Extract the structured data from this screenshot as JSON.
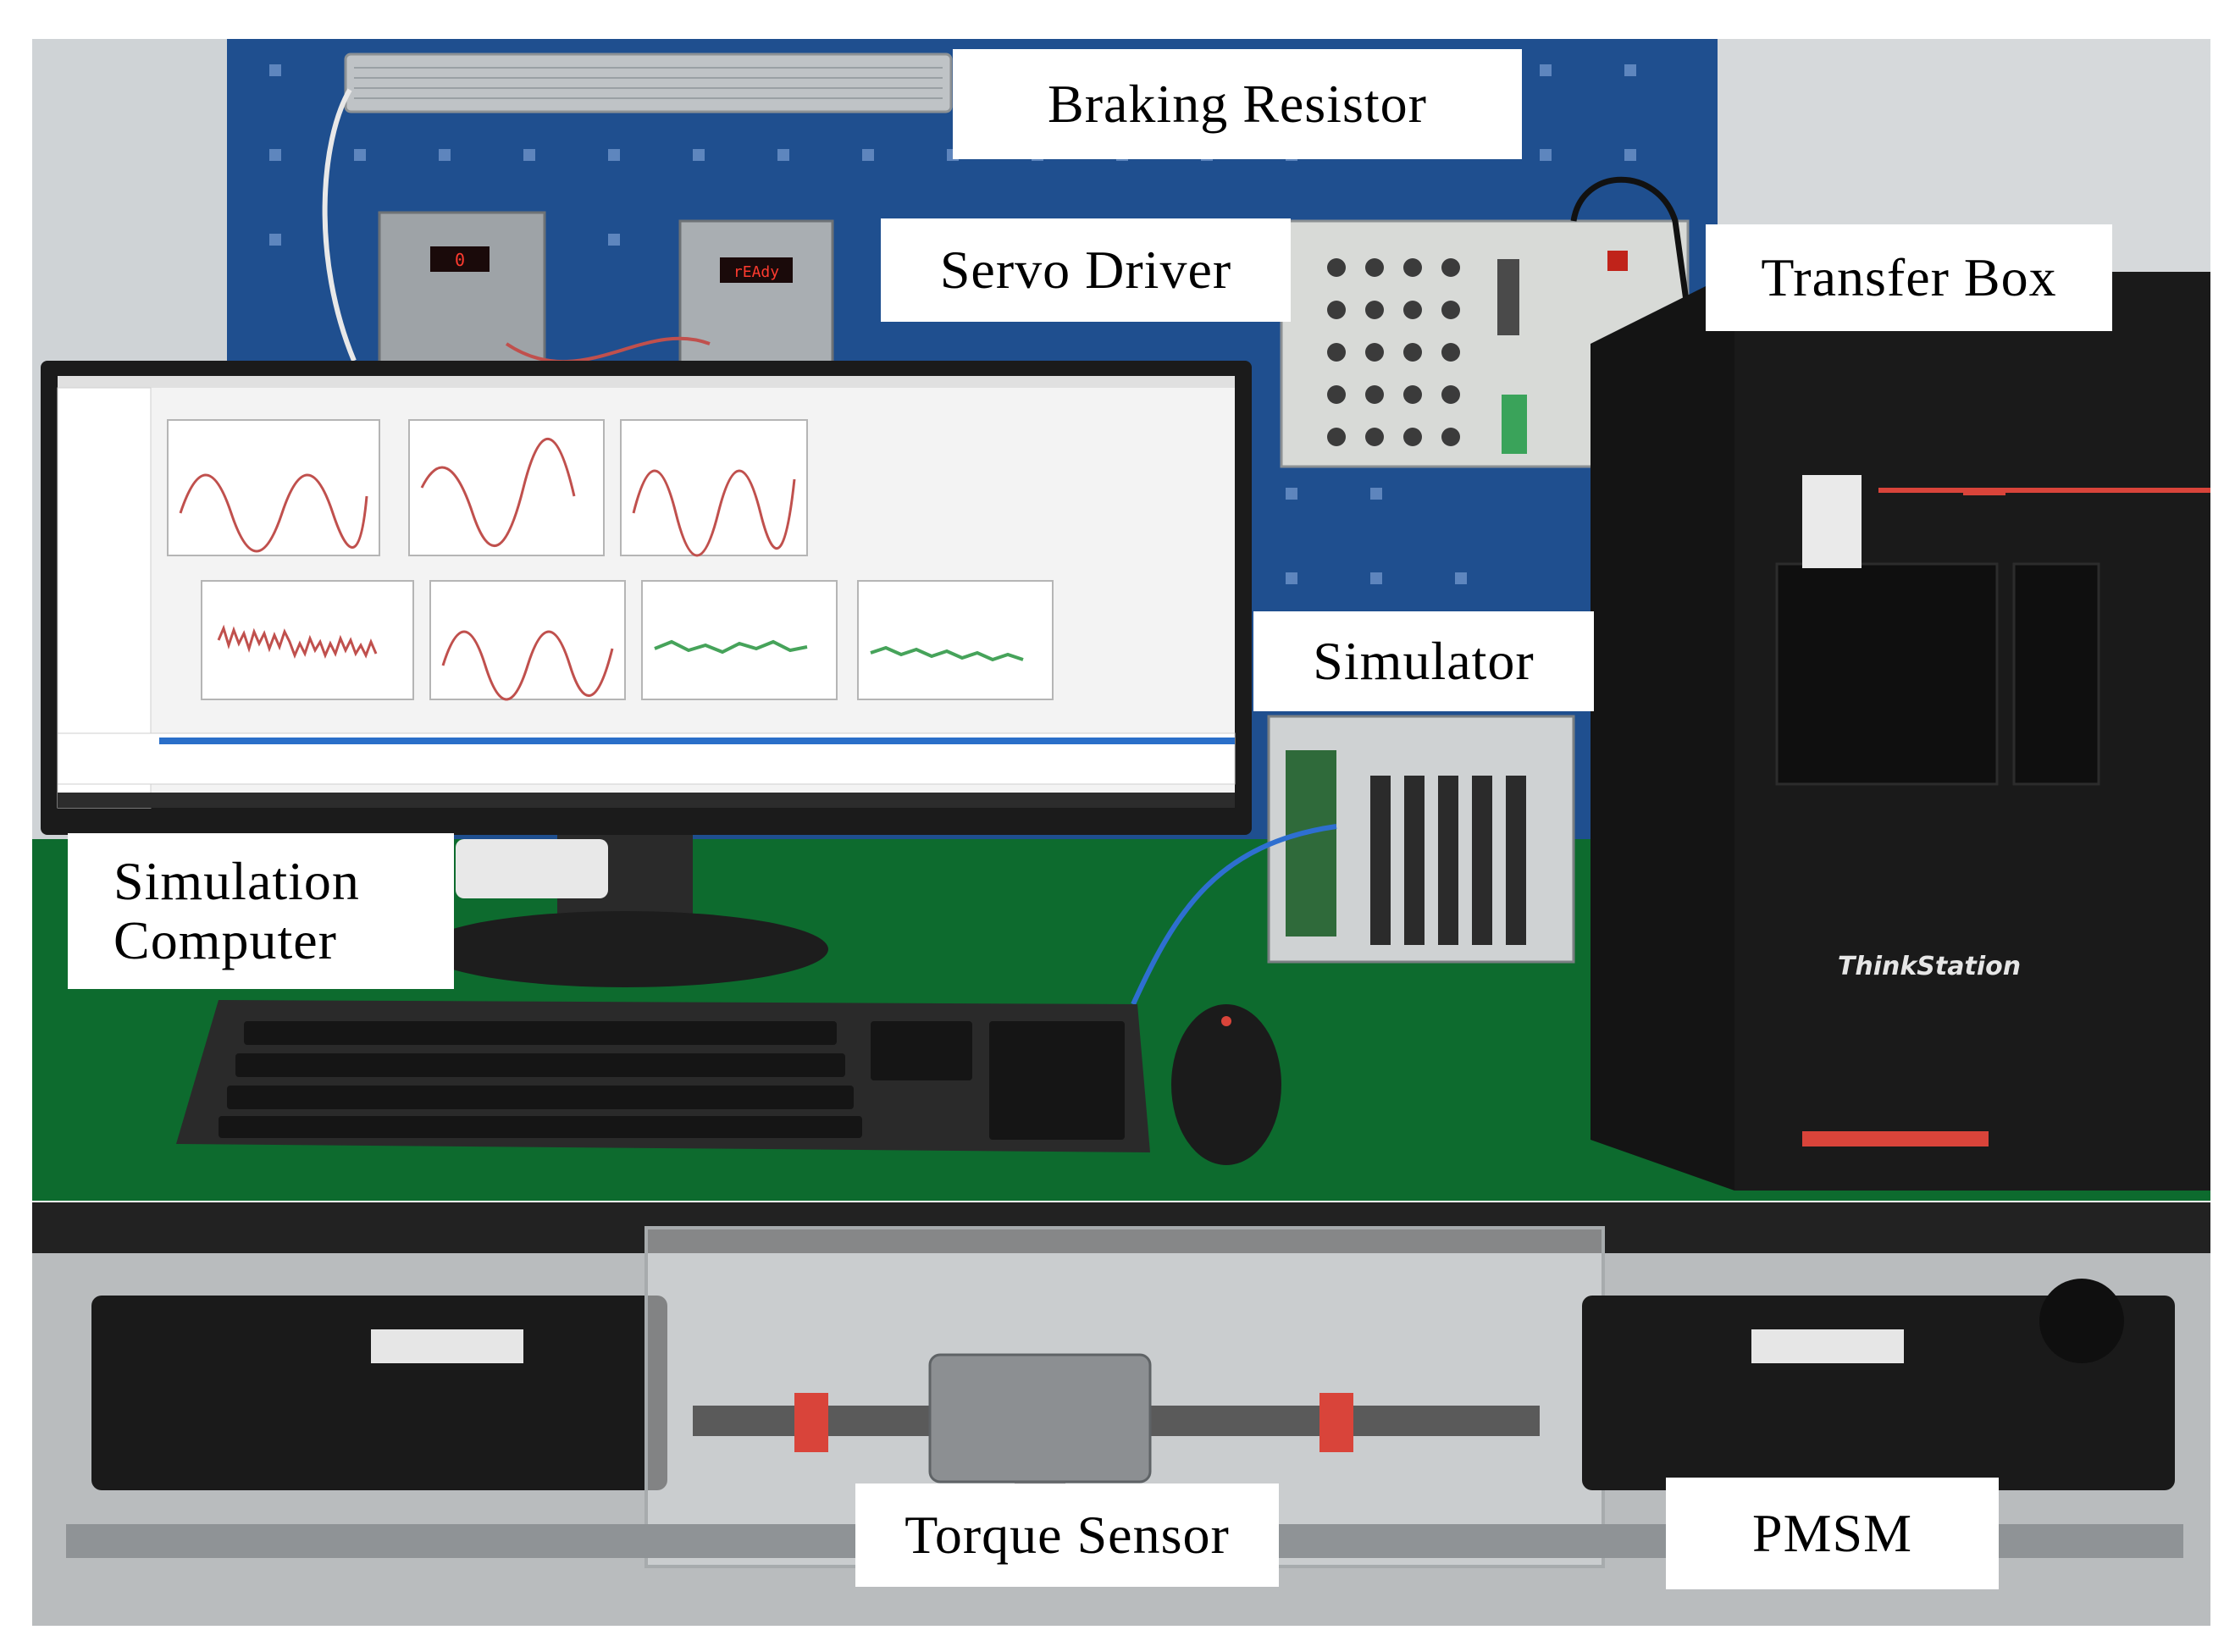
{
  "labels": {
    "braking_resistor": "Braking Resistor",
    "servo_driver": "Servo Driver",
    "transfer_box": "Transfer Box",
    "simulator": "Simulator",
    "simulation_computer_line1": "Simulation",
    "simulation_computer_line2": "Computer",
    "torque_sensor": "Torque Sensor",
    "pmsm": "PMSM"
  },
  "photo_text": {
    "tower_brand": "ThinkStation",
    "driver_display_1": "0",
    "driver_display_2": "rEAdy"
  },
  "colors": {
    "pegboard_blue": "#1f4f8f",
    "desk_green": "#0d6b2e",
    "tower_black": "#141414",
    "accent_red": "#d9443a",
    "label_bg": "#ffffff"
  }
}
